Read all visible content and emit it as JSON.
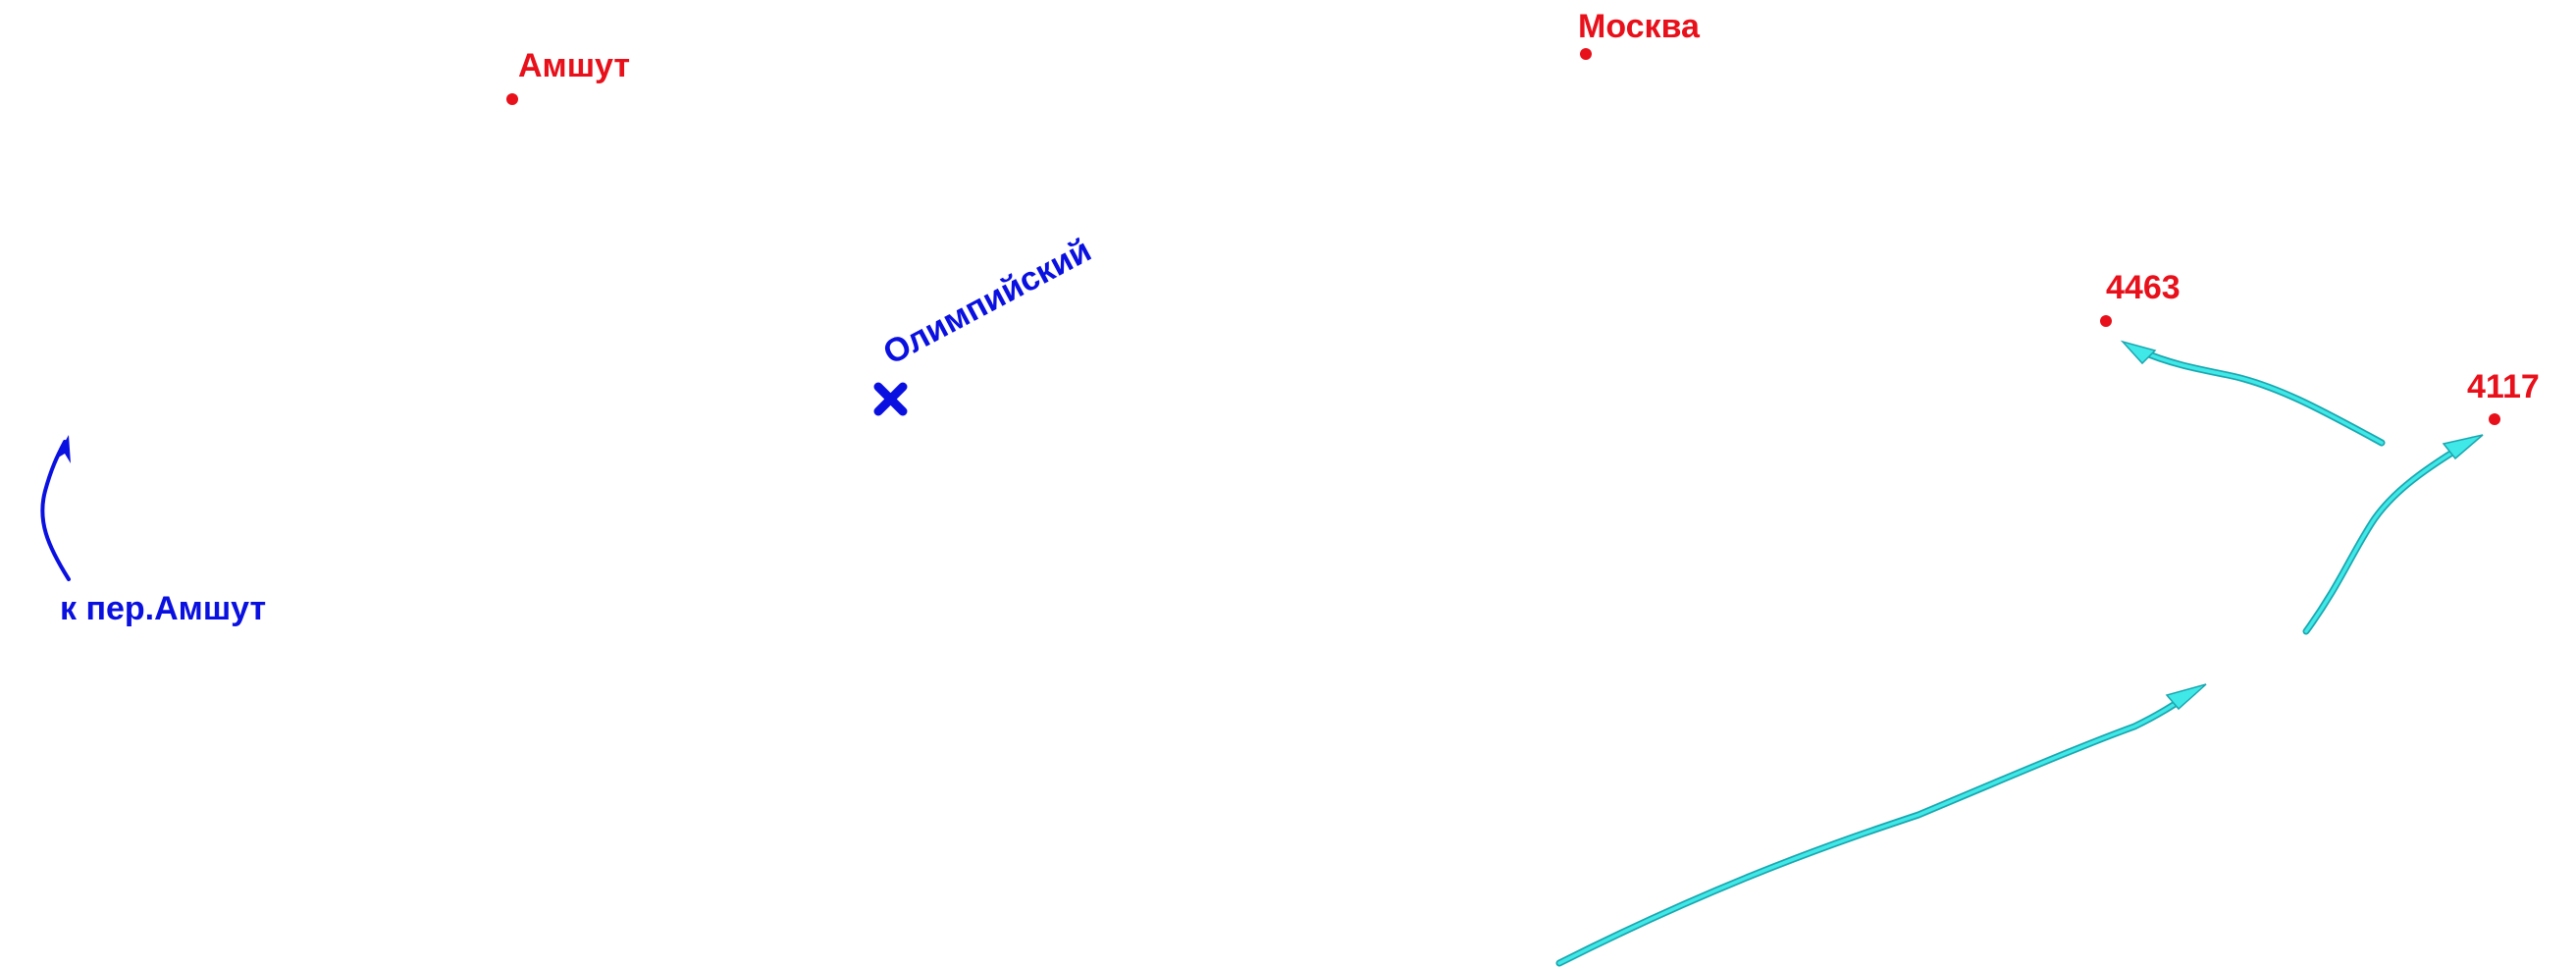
{
  "colors": {
    "peak": "#e8101a",
    "pass": "#0a10e0",
    "route_fill": "#40e8e8",
    "route_edge": "#1aa7b0",
    "background": "#ffffff"
  },
  "peaks": [
    {
      "label": "Амшут",
      "icon": "peak-dot-icon"
    },
    {
      "label": "Москва",
      "icon": "peak-dot-icon"
    },
    {
      "label": "4463",
      "icon": "peak-dot-icon"
    },
    {
      "label": "4117",
      "icon": "peak-dot-icon"
    }
  ],
  "pass": {
    "label": "Олимпийский",
    "icon": "pass-cross-icon"
  },
  "direction": {
    "label": "к пер.Амшут",
    "icon": "direction-arrow-icon"
  },
  "routes": [
    {
      "icon": "route-arrow-icon"
    },
    {
      "icon": "route-arrow-icon"
    },
    {
      "icon": "route-arrow-icon"
    }
  ]
}
